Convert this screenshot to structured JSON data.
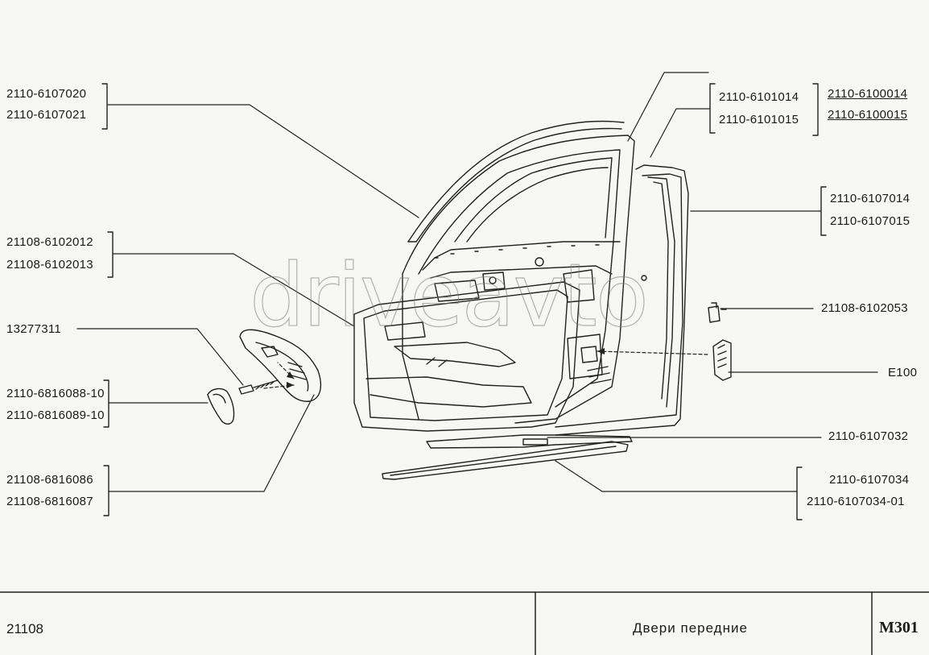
{
  "labels": {
    "l1a": "2110-6107020",
    "l1b": "2110-6107021",
    "l2a": "2110-6101014",
    "l2b": "2110-6101015",
    "l3a": "2110-6100014",
    "l3b": "2110-6100015",
    "l4a": "2110-6107014",
    "l4b": "2110-6107015",
    "l5a": "21108-6102012",
    "l5b": "21108-6102013",
    "l6": "21108-6102053",
    "l7": "13277311",
    "l8": "E100",
    "l9a": "2110-6816088-10",
    "l9b": "2110-6816089-10",
    "l10": "2110-6107032",
    "l11a": "21108-6816086",
    "l11b": "21108-6816087",
    "l12a": "2110-6107034",
    "l12b": "2110-6107034-01"
  },
  "watermark": "driveavto",
  "footer": {
    "model": "21108",
    "title": "Двери передние",
    "code": "M301"
  }
}
